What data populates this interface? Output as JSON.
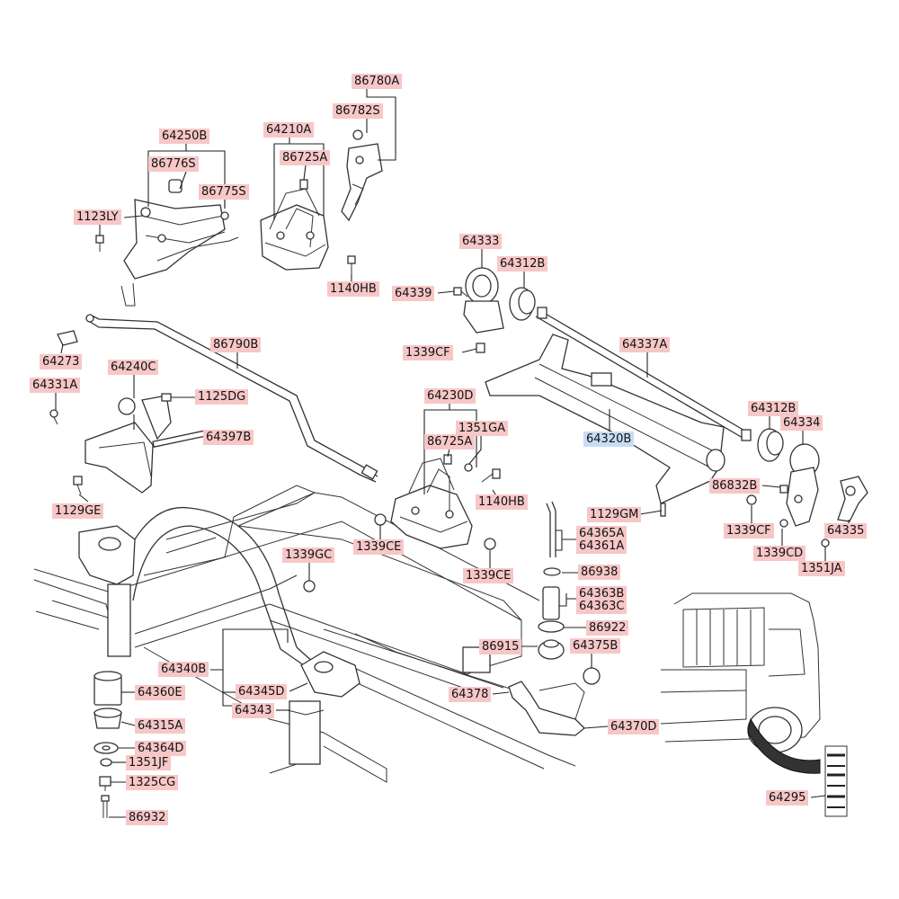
{
  "accent_colors": {
    "label_bg": "#f7c7c7",
    "highlight_bg": "#c7dcf5"
  },
  "labels": [
    {
      "code": "86780A"
    },
    {
      "code": "86782S"
    },
    {
      "code": "64250B"
    },
    {
      "code": "64210A"
    },
    {
      "code": "86776S"
    },
    {
      "code": "86725A"
    },
    {
      "code": "86775S"
    },
    {
      "code": "1123LY"
    },
    {
      "code": "1140HB"
    },
    {
      "code": "64333"
    },
    {
      "code": "64312B"
    },
    {
      "code": "64339"
    },
    {
      "code": "1339CF"
    },
    {
      "code": "64273"
    },
    {
      "code": "86790B"
    },
    {
      "code": "64337A"
    },
    {
      "code": "64240C"
    },
    {
      "code": "64331A"
    },
    {
      "code": "1125DG"
    },
    {
      "code": "64230D"
    },
    {
      "code": "1351GA"
    },
    {
      "code": "86725A"
    },
    {
      "code": "64397B"
    },
    {
      "code": "64320B",
      "highlight": true
    },
    {
      "code": "64312B"
    },
    {
      "code": "64334"
    },
    {
      "code": "1140HB"
    },
    {
      "code": "86832B"
    },
    {
      "code": "1129GE"
    },
    {
      "code": "1129GM"
    },
    {
      "code": "64365A"
    },
    {
      "code": "64361A"
    },
    {
      "code": "1339CF"
    },
    {
      "code": "64335"
    },
    {
      "code": "1339GC"
    },
    {
      "code": "1339CE"
    },
    {
      "code": "1339CE"
    },
    {
      "code": "1339CD"
    },
    {
      "code": "1351JA"
    },
    {
      "code": "86938"
    },
    {
      "code": "64363B"
    },
    {
      "code": "64363C"
    },
    {
      "code": "86922"
    },
    {
      "code": "86915"
    },
    {
      "code": "64375B"
    },
    {
      "code": "64340B"
    },
    {
      "code": "64360E"
    },
    {
      "code": "64345D"
    },
    {
      "code": "64378"
    },
    {
      "code": "64343"
    },
    {
      "code": "64370D"
    },
    {
      "code": "64315A"
    },
    {
      "code": "64364D"
    },
    {
      "code": "1351JF"
    },
    {
      "code": "1325CG"
    },
    {
      "code": "64295"
    },
    {
      "code": "86932"
    }
  ]
}
